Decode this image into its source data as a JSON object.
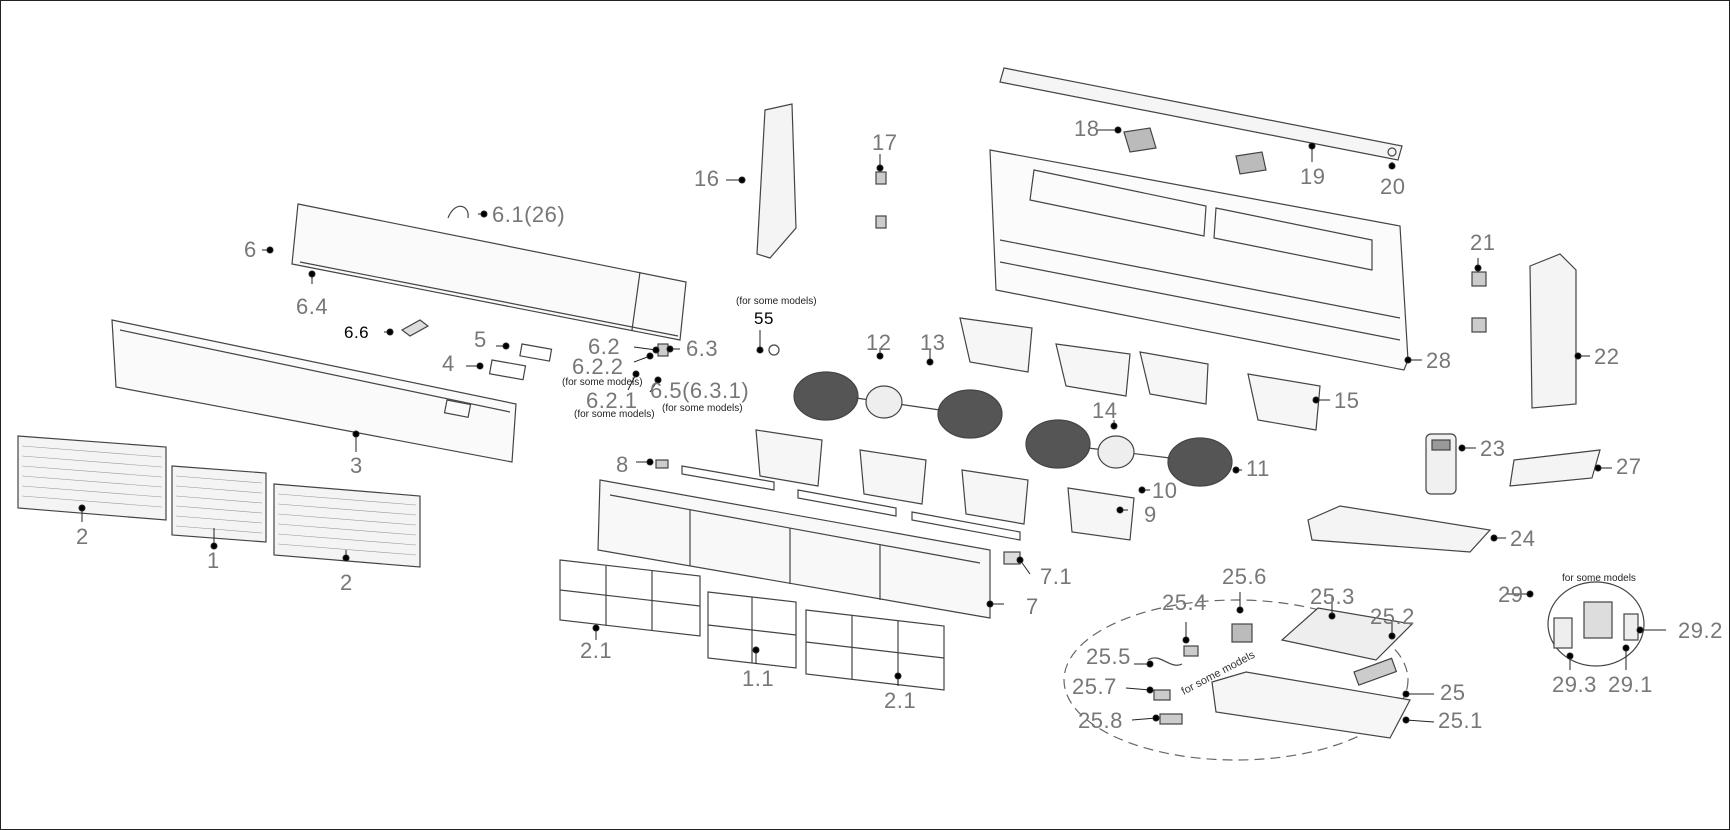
{
  "labels": {
    "p1": "1",
    "p1_1": "1.1",
    "p2a": "2",
    "p2b": "2",
    "p2_1a": "2.1",
    "p2_1b": "2.1",
    "p3": "3",
    "p4": "4",
    "p5": "5",
    "p6": "6",
    "p6_1": "6.1(26)",
    "p6_2": "6.2",
    "p6_2_1": "6.2.1",
    "p6_2_2": "6.2.2",
    "p6_3": "6.3",
    "p6_4": "6.4",
    "p6_5": "6.5(6.3.1)",
    "p6_6": "6.6",
    "p7": "7",
    "p7_1": "7.1",
    "p8": "8",
    "p9": "9",
    "p10": "10",
    "p11": "11",
    "p12": "12",
    "p13": "13",
    "p14": "14",
    "p15": "15",
    "p16": "16",
    "p17": "17",
    "p18": "18",
    "p19": "19",
    "p20": "20",
    "p21": "21",
    "p22": "22",
    "p23": "23",
    "p24": "24",
    "p25": "25",
    "p25_1": "25.1",
    "p25_2": "25.2",
    "p25_3": "25.3",
    "p25_4": "25.4",
    "p25_5": "25.5",
    "p25_6": "25.6",
    "p25_7": "25.7",
    "p25_8": "25.8",
    "p27": "27",
    "p28": "28",
    "p29": "29",
    "p29_1": "29.1",
    "p29_2": "29.2",
    "p29_3": "29.3",
    "p55": "55"
  },
  "notes": {
    "for_some_models_55": "(for some models)",
    "for_some_models_622": "(for some models)",
    "for_some_models_621": "(for some models)",
    "for_some_models_65": "(for some models)",
    "for_some_models_25": "for some models",
    "for_some_models_29": "for some models"
  }
}
